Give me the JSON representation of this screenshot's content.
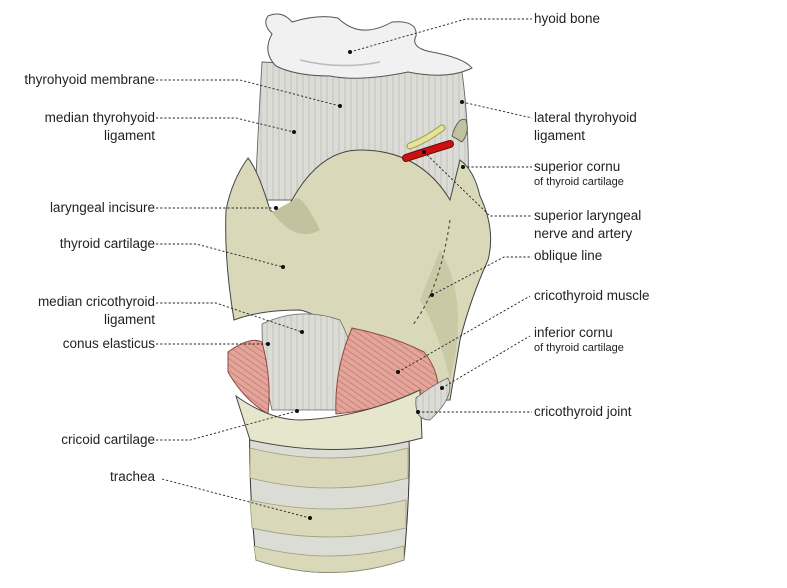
{
  "labels": {
    "hyoid_bone": "hyoid bone",
    "thyrohyoid_membrane": "thyrohyoid membrane",
    "median_thyrohyoid_ligament": [
      "median thyrohyoid",
      "ligament"
    ],
    "laryngeal_incisure": "laryngeal incisure",
    "thyroid_cartilage": "thyroid cartilage",
    "median_cricothyroid_ligament": [
      "median cricothyroid",
      "ligament"
    ],
    "conus_elasticus": "conus elasticus",
    "cricoid_cartilage": "cricoid cartilage",
    "trachea": "trachea",
    "lateral_thyrohyoid_ligament": [
      "lateral thyrohyoid",
      "ligament"
    ],
    "superior_cornu": {
      "main": "superior cornu",
      "sub": "of thyroid cartilage"
    },
    "superior_laryngeal_nerve_artery": [
      "superior laryngeal",
      "nerve and artery"
    ],
    "oblique_line": "oblique line",
    "cricothyroid_muscle": "cricothyroid muscle",
    "inferior_cornu": {
      "main": "inferior cornu",
      "sub": "of thyroid cartilage"
    },
    "cricothyroid_joint": "cricothyroid joint"
  },
  "colors": {
    "bone": "#f1f1f1",
    "cartilage": "#d9d9b9",
    "cartilage_shade": "#c2c29e",
    "membrane": "#dcdcd6",
    "muscle": "#e3a49a",
    "artery": "#cc1010",
    "nerve": "#e6e29a"
  }
}
